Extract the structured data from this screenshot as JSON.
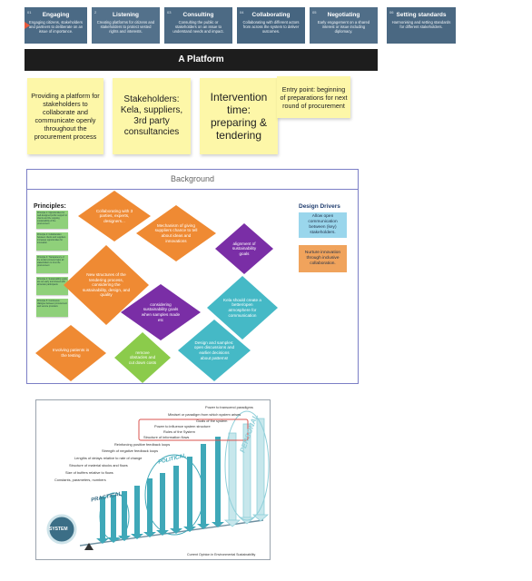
{
  "stages": [
    {
      "num": "01",
      "title": "Engaging",
      "desc": "Engaging citizens, stakeholders and partners to deliberate on an issue of importance.",
      "bg": "#4b6a85"
    },
    {
      "num": "2",
      "title": "Listening",
      "desc": "Creating platforms for citizens and stakeholders to protect vested rights and interests.",
      "bg": "#53718b"
    },
    {
      "num": "03",
      "title": "Consulting",
      "desc": "Consulting the public or stakeholders on an issue to understand needs and impact.",
      "bg": "#4c6a84"
    },
    {
      "num": "04",
      "title": "Collaborating",
      "desc": "Collaborating with different actors from across the system to deliver outcomes.",
      "bg": "#466580"
    },
    {
      "num": "05",
      "title": "Negotiating",
      "desc": "Early engagement on a shared interest or issue including diplomacy.",
      "bg": "#506e88"
    },
    {
      "num": "06",
      "title": "Setting standards",
      "desc": "Harmonising and setting standards for different stakeholders.",
      "bg": "#4a6882"
    }
  ],
  "platform_title": "A Platform",
  "stickies": [
    "Providing a platform for stakeholders to collaborate and communicate openly throughout the procurement process",
    "Stakeholders: Kela, suppliers, 3rd party consultancies",
    "Intervention time: preparing & tendering",
    "Entry point: beginning of preparations for next round of procurement"
  ],
  "background_title": "Background",
  "principles_label": "Principles:",
  "principle_notes": [
    "Principle 1: Opportunities for well-designed public support to clients and the ongoing sustainability of the procurement",
    "Principle 2: Collaboration between clients and suppliers increases opportunities for innovation",
    "Principle 3: Transparency of the tender process helps all stakeholders to trust the procurement",
    "Principle 4: Sustainability goals are set early and shared with all tender participants",
    "Principle 5: Continuous dialogue between procurement and service providers"
  ],
  "design_label": "Design Drivers",
  "design_drivers": [
    {
      "text": "Allow open communication between (key) stakeholders.",
      "bg": "#9ad6ec"
    },
    {
      "text": "Nurture innovation through inclusive collaboration.",
      "bg": "#f0a35c"
    }
  ],
  "diamonds": [
    {
      "text": "Collaborating with 3 parties, experts, designers...",
      "color": "or"
    },
    {
      "text": "Mechanism of giving suppliers chance to tell about ideas and innovations",
      "color": "or"
    },
    {
      "text": "alignment of sustainability goals",
      "color": "pu"
    },
    {
      "text": "New structures of the tendering process, considering the sustainability, design, and quality",
      "color": "or"
    },
    {
      "text": "considering sustainability goals when samples made etc",
      "color": "pu"
    },
    {
      "text": "Kela should create a better/open atmosphere for communication",
      "color": "te"
    },
    {
      "text": "Involving patients in the testing",
      "color": "or"
    },
    {
      "text": "remove obstacles and cut down costs",
      "color": "gr"
    },
    {
      "text": "Design and samples: open discussions and earlier decisions about patterns!",
      "color": "te"
    }
  ],
  "leverage": {
    "levels": [
      "Power to transcend paradigms",
      "Mindset or paradigm from which system arises",
      "Goals of the system",
      "Power to influence system structure",
      "Rules of the System",
      "Structure of information flows",
      "Reinforcing positive feedback loops",
      "Strength of negative feedback loops",
      "Lengths of delays relative to rate of change",
      "Structure of material stocks and flows",
      "Size of buffers relative to flows",
      "Constants, parameters, numbers"
    ],
    "practical": "PRACTICAL",
    "political": "POLITICAL",
    "personal": "PERSONAL",
    "system": "SYSTEM",
    "credit": "Current Opinion in Environmental Sustainability",
    "arrow_color": "#3fa8b8"
  }
}
